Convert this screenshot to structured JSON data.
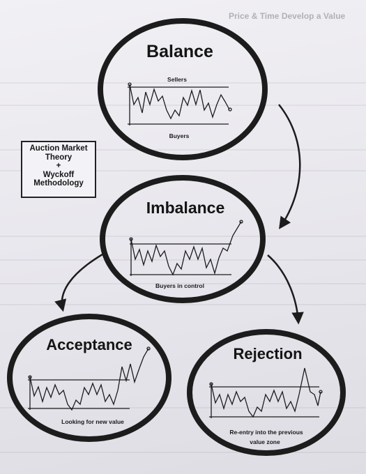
{
  "page_header": "Price & Time Develop a Value",
  "method_box": {
    "lines": [
      "Auction Market",
      "Theory",
      "+",
      "Wyckoff",
      "Methodology"
    ]
  },
  "nodes": {
    "balance": {
      "title": "Balance",
      "top_label": "Sellers",
      "bottom_label": "Buyers"
    },
    "imbalance": {
      "title": "Imbalance",
      "bottom_label": "Buyers in control"
    },
    "acceptance": {
      "title": "Acceptance",
      "bottom_label": "Looking for new value"
    },
    "rejection": {
      "title": "Rejection",
      "bottom_label_line1": "Re-entry into the previous",
      "bottom_label_line2": "value zone"
    }
  },
  "colors": {
    "ink": "#1c1c1c",
    "paper": "#ecebf0"
  }
}
